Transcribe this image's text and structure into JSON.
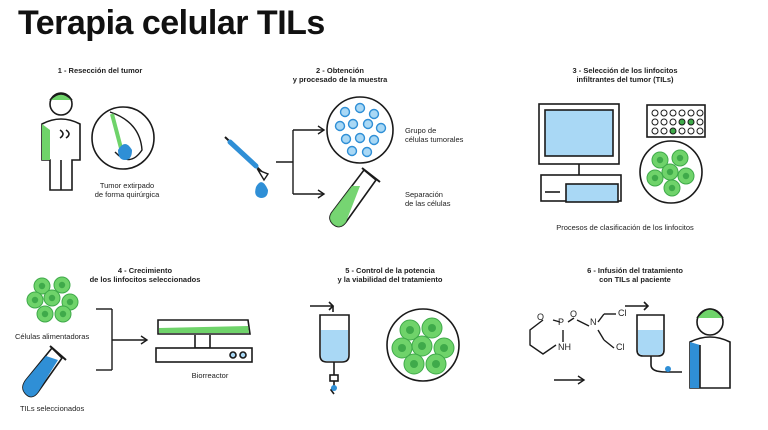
{
  "title": "Terapia celular TILs",
  "steps": [
    {
      "heading": "1 - Resección del tumor",
      "notes": [
        "Tumor extirpado",
        "de forma quirúrgica"
      ]
    },
    {
      "heading_lines": [
        "2 - Obtención",
        "y procesado de la muestra"
      ],
      "labels": {
        "group": [
          "Grupo de",
          "células tumorales"
        ],
        "separation": [
          "Separación",
          "de las células"
        ]
      }
    },
    {
      "heading_lines": [
        "3 - Selección de los linfocitos",
        "infiltrantes del tumor (TILs)"
      ],
      "caption": "Procesos de clasificación de los linfocitos"
    },
    {
      "heading_lines": [
        "4 - Crecimiento",
        "de los linfocitos seleccionados"
      ],
      "labels": {
        "feeder": "Células alimentadoras",
        "selected": "TILs seleccionados",
        "bioreactor": "Biorreactor"
      }
    },
    {
      "heading_lines": [
        "5 - Control de la potencia",
        "y la viabilidad del tratamiento"
      ]
    },
    {
      "heading_lines": [
        "6 - Infusión del tratamiento",
        "con TILs al paciente"
      ],
      "chem": {
        "o1": "O",
        "p": "P",
        "o2": "O",
        "n": "N",
        "nh": "NH",
        "cl1": "Cl",
        "cl2": "Cl"
      }
    }
  ],
  "colors": {
    "green": "#6fd36a",
    "green_dark": "#3faa4a",
    "blue": "#2f8fd6",
    "light_blue": "#a9d8f5",
    "ink": "#1a1a1a"
  }
}
